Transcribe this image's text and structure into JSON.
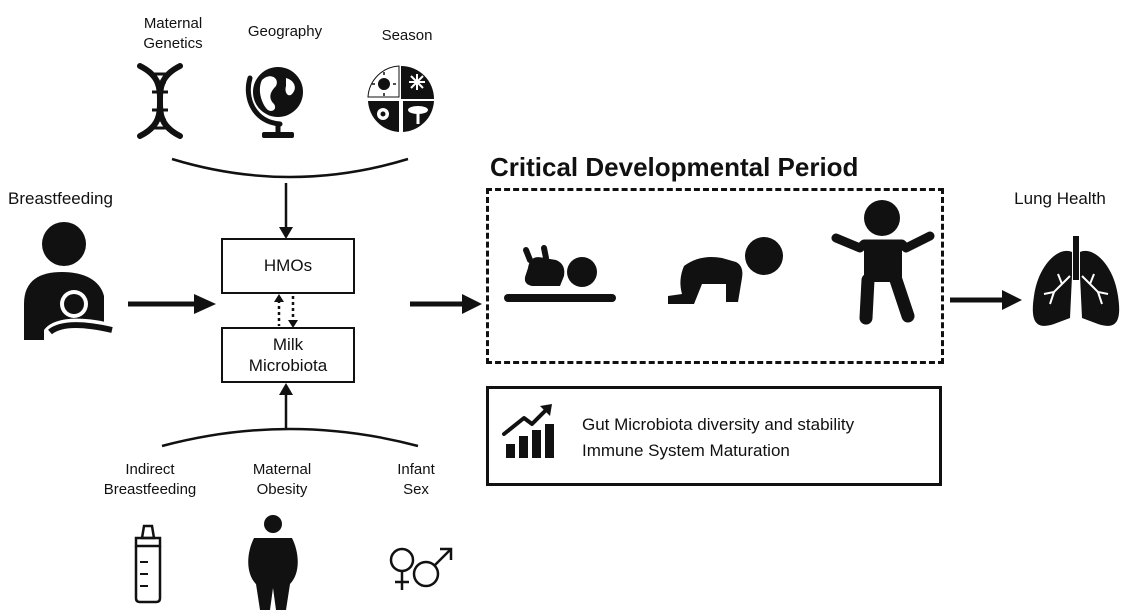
{
  "top_factors": {
    "maternal_genetics": "Maternal\nGenetics",
    "geography": "Geography",
    "season": "Season"
  },
  "breastfeeding": "Breastfeeding",
  "hmos": "HMOs",
  "milk_microbiota": "Milk\nMicrobiota",
  "bottom_factors": {
    "indirect_breastfeeding": "Indirect\nBreastfeeding",
    "maternal_obesity": "Maternal\nObesity",
    "infant_sex": "Infant\nSex"
  },
  "critical_period_title": "Critical Developmental Period",
  "outcomes": {
    "line1": "Gut Microbiota diversity and stability",
    "line2": "Immune System Maturation"
  },
  "lung_health": "Lung Health",
  "icons": [
    "dna-icon",
    "globe-icon",
    "seasons-icon",
    "breastfeeding-mother-icon",
    "baby-lying-icon",
    "baby-crawling-icon",
    "toddler-walking-icon",
    "lungs-icon",
    "growth-chart-icon",
    "baby-bottle-icon",
    "obese-person-icon",
    "gender-symbols-icon"
  ]
}
